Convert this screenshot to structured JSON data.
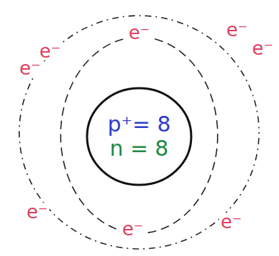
{
  "diagram": {
    "nodes": [
      {
        "text": [
          "p⁺= 8",
          "n = 8"
        ]
      }
    ],
    "labels": [
      "e⁻",
      "e⁻",
      "e⁻",
      "e⁻",
      "e⁻",
      "e⁻",
      "e⁻",
      "e⁻"
    ]
  }
}
